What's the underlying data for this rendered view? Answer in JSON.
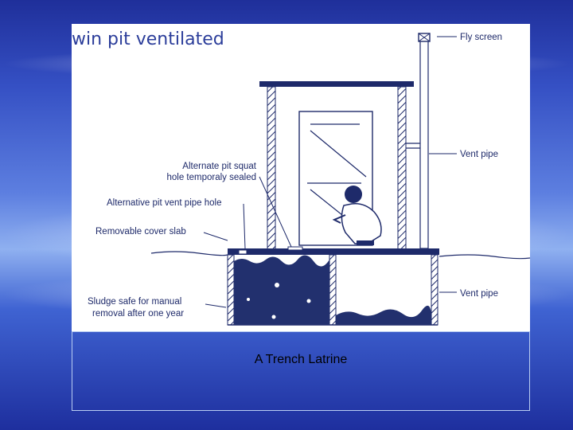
{
  "diagram": {
    "title": "win pit ventilated",
    "labels": {
      "fly_screen": "Fly screen",
      "vent_pipe_top": "Vent pipe",
      "alternate_squat_1": "Alternate pit squat",
      "alternate_squat_2": "hole temporaly sealed",
      "alt_vent_hole": "Alternative pit vent pipe hole",
      "cover_slab": "Removable cover slab",
      "sludge_1": "Sludge safe for manual",
      "sludge_2": "removal after one year",
      "vent_pipe_bottom": "Vent pipe"
    }
  },
  "caption": "A Trench Latrine",
  "colors": {
    "ink": "#1e2a6a",
    "title": "#2b3d9a",
    "sludge": "#22306e"
  }
}
